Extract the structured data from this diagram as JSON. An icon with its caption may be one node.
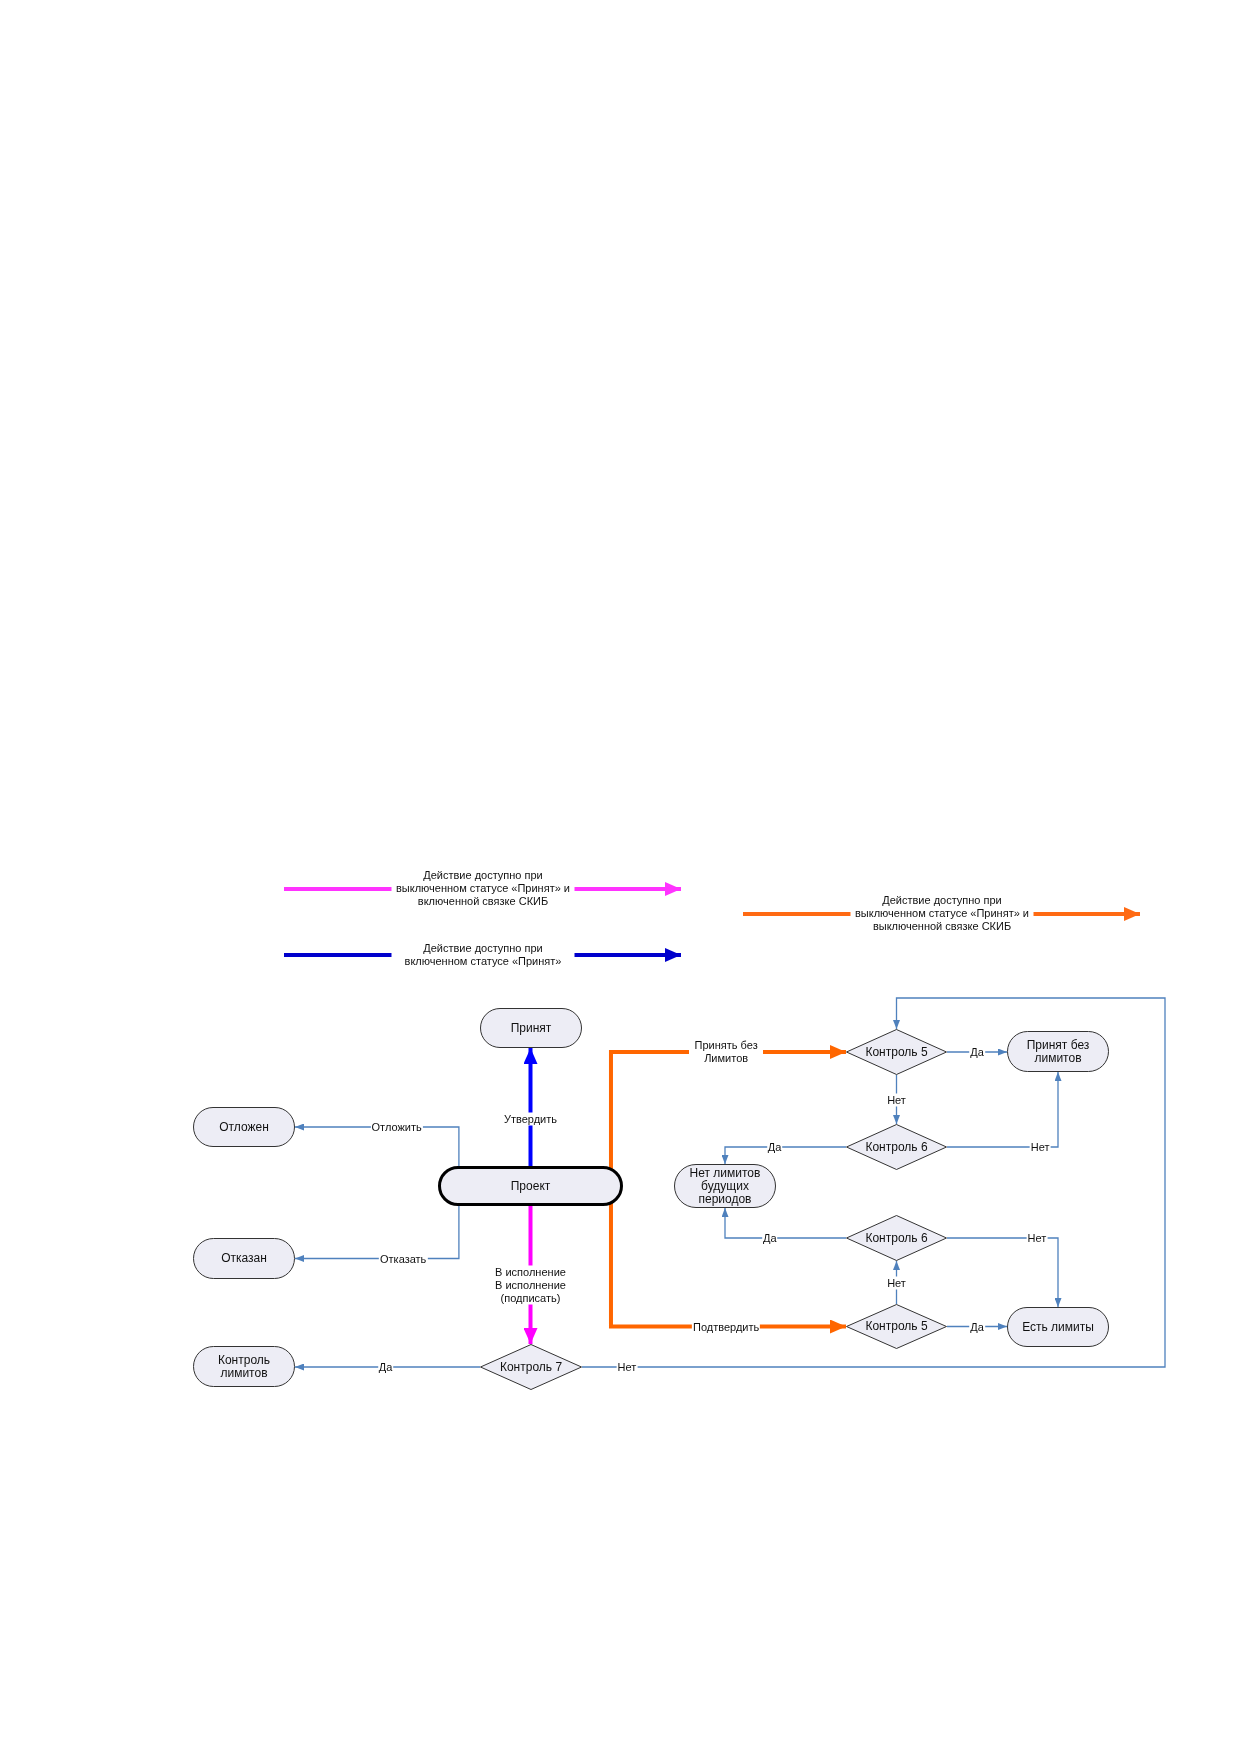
{
  "diagram": {
    "nodes": [
      {
        "text": [
          "Принят"
        ]
      },
      {
        "text": [
          "Отложен"
        ]
      },
      {
        "text": [
          "Проект"
        ]
      },
      {
        "text": [
          "Отказан"
        ]
      },
      {
        "text": [
          "Контроль лимитов"
        ]
      },
      {
        "text": [
          "Контроль 7"
        ]
      },
      {
        "text": [
          "Контроль 5"
        ]
      },
      {
        "text": [
          "Принят без лимитов"
        ]
      },
      {
        "text": [
          "Контроль 6"
        ]
      },
      {
        "text": [
          "Нет лимитов будущих периодов"
        ]
      },
      {
        "text": [
          "Контроль 6"
        ]
      },
      {
        "text": [
          "Контроль 5"
        ]
      },
      {
        "text": [
          "Есть лимиты"
        ]
      }
    ],
    "edges": [
      {
        "from": 2,
        "to": 0,
        "arrow": "to",
        "label": "Утвердить",
        "style": "thick",
        "color": "#0000ff"
      },
      {
        "from": 2,
        "to": 1,
        "arrow": "to",
        "label": "Отложить"
      },
      {
        "from": 2,
        "to": 3,
        "arrow": "to",
        "label": "Отказать"
      },
      {
        "from": 2,
        "to": 5,
        "arrow": "to",
        "label": "В исполнение В исполнение (подписать)",
        "style": "thick",
        "color": "#ff00ff"
      },
      {
        "from": 5,
        "to": 4,
        "arrow": "to",
        "label": "Да"
      },
      {
        "from": 5,
        "to": 6,
        "arrow": "to",
        "label": "Нет"
      },
      {
        "from": 2,
        "to": 6,
        "arrow": "to",
        "label": "Принять без Лимитов",
        "style": "thick",
        "color": "#ff6600"
      },
      {
        "from": 2,
        "to": 11,
        "arrow": "to",
        "label": "Подтвердить",
        "style": "thick",
        "color": "#ff6600"
      },
      {
        "from": 6,
        "to": 7,
        "arrow": "to",
        "label": "Да"
      },
      {
        "from": 6,
        "to": 8,
        "arrow": "to",
        "label": "Нет"
      },
      {
        "from": 8,
        "to": 9,
        "arrow": "to",
        "label": "Да"
      },
      {
        "from": 8,
        "to": 7,
        "arrow": "to",
        "label": "Нет"
      },
      {
        "from": 11,
        "to": 10,
        "arrow": "to",
        "label": "Нет"
      },
      {
        "from": 10,
        "to": 9,
        "arrow": "to",
        "label": "Да"
      },
      {
        "from": 10,
        "to": 12,
        "arrow": "to",
        "label": "Нет"
      },
      {
        "from": 11,
        "to": 12,
        "arrow": "to",
        "label": "Да"
      }
    ],
    "legend": [
      {
        "text": "Действие доступно при выключенном статусе «Принят» и включенной связке СКИБ"
      },
      {
        "text": "Действие доступно при включенном статусе «Принят»"
      },
      {
        "text": "Действие доступно при выключенном статусе «Принят» и выключенной связке СКИБ"
      }
    ]
  }
}
